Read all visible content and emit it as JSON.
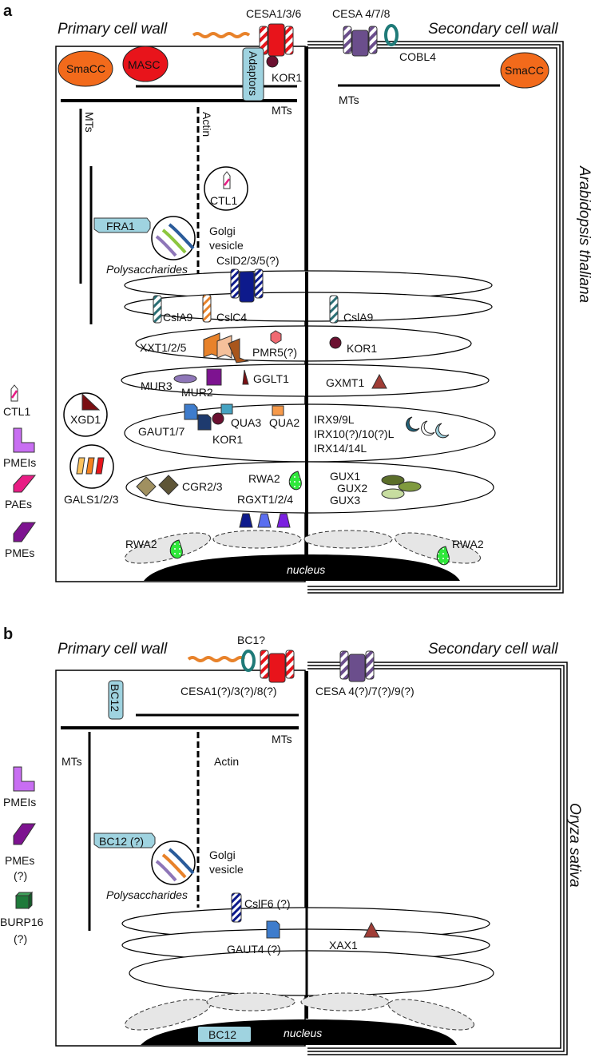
{
  "panel_a": {
    "letter": "a",
    "primary_title": "Primary cell wall",
    "secondary_title": "Secondary cell wall",
    "species": "Arabidopsis thaliana",
    "cesa_primary": "CESA1/3/6",
    "cesa_secondary": "CESA 4/7/8",
    "cobl4": "COBL4",
    "smacc_left": "SmaCC",
    "smacc_right": "SmaCC",
    "masc": "MASC",
    "adaptors": "Adaptors",
    "kor1_top": "KOR1",
    "mts_top": "MTs",
    "mts_right": "MTs",
    "mts_vertical": "MTs",
    "actin": "Actin",
    "ctl1_vesicle": "CTL1",
    "fra1": "FRA1",
    "golgi_vesicle": "Golgi",
    "golgi_vesicle2": "vesicle",
    "polysaccharides": "Polysaccharides",
    "csld": "CslD2/3/5(?)",
    "csla9_left": "CslA9",
    "cslc4": "CslC4",
    "csla9_right": "CslA9",
    "xxt": "XXT1/2/5",
    "pmr5": "PMR5(?)",
    "kor1_right": "KOR1",
    "mur3": "MUR3",
    "mur2": "MUR2",
    "gglt1": "GGLT1",
    "gxmt1": "GXMT1",
    "xgd1": "XGD1",
    "gaut": "GAUT1/7",
    "kor1_mid": "KOR1",
    "qua3": "QUA3",
    "qua2": "QUA2",
    "irx1": "IRX9/9L",
    "irx2": "IRX10(?)/10(?)L",
    "irx3": "IRX14/14L",
    "gals": "GALS1/2/3",
    "cgr": "CGR2/3",
    "rwa2_golgi": "RWA2",
    "rgxt": "RGXT1/2/4",
    "gux1": "GUX1",
    "gux2": "GUX2",
    "gux3": "GUX3",
    "rwa2_left": "RWA2",
    "rwa2_right": "RWA2",
    "nucleus": "nucleus",
    "legend": [
      "CTL1",
      "PMEIs",
      "PAEs",
      "PMEs"
    ]
  },
  "panel_b": {
    "letter": "b",
    "primary_title": "Primary cell wall",
    "secondary_title": "Secondary cell wall",
    "species": "Oryza sativa",
    "bc1": "BC1?",
    "cesa_primary": "CESA1(?)/3(?)/8(?)",
    "cesa_secondary": "CESA 4(?)/7(?)/9(?)",
    "bc12_top": "BC12",
    "mts_top": "MTs",
    "mts_vertical": "MTs",
    "actin": "Actin",
    "bc12_mid": "BC12 (?)",
    "golgi_vesicle": "Golgi",
    "golgi_vesicle2": "vesicle",
    "polysaccharides": "Polysaccharides",
    "cslf6": "CslF6 (?)",
    "gaut4": "GAUT4 (?)",
    "xax1": "XAX1",
    "bc12_nucleus": "BC12",
    "nucleus": "nucleus",
    "legend": [
      "PMEIs",
      "PMEs",
      "(?)",
      "BURP16",
      "(?)"
    ]
  },
  "colors": {
    "cesa_primary": "#e8141b",
    "cesa_secondary": "#6b4e8c",
    "cobl": "#1f7a78",
    "smacc": "#f26a1b",
    "masc": "#e8141b",
    "adaptor": "#9fd3e0",
    "kor1": "#6b1030",
    "csld": "#0d1a8c",
    "csla9": "#2a6e74",
    "cslc4": "#e8822a",
    "pmr5": "#f06a72",
    "mur3": "#8e76b8",
    "mur2": "#7d1390",
    "gglt1": "#7a0e12",
    "gxmt1": "#a03d36",
    "gaut": "#3e7ccc",
    "qua3": "#45a3c2",
    "qua2": "#f79a4a",
    "irx": "#23637a",
    "cgr": "#8a7a4e",
    "rwa2": "#2fe83a",
    "gux": "#5b6e2a",
    "pmei": "#c86ef2",
    "pae": "#e81c84",
    "pme": "#7d1390",
    "burp16": "#1e7a3a",
    "nucleus": "#000000",
    "er_dashed": "#dddddd"
  }
}
